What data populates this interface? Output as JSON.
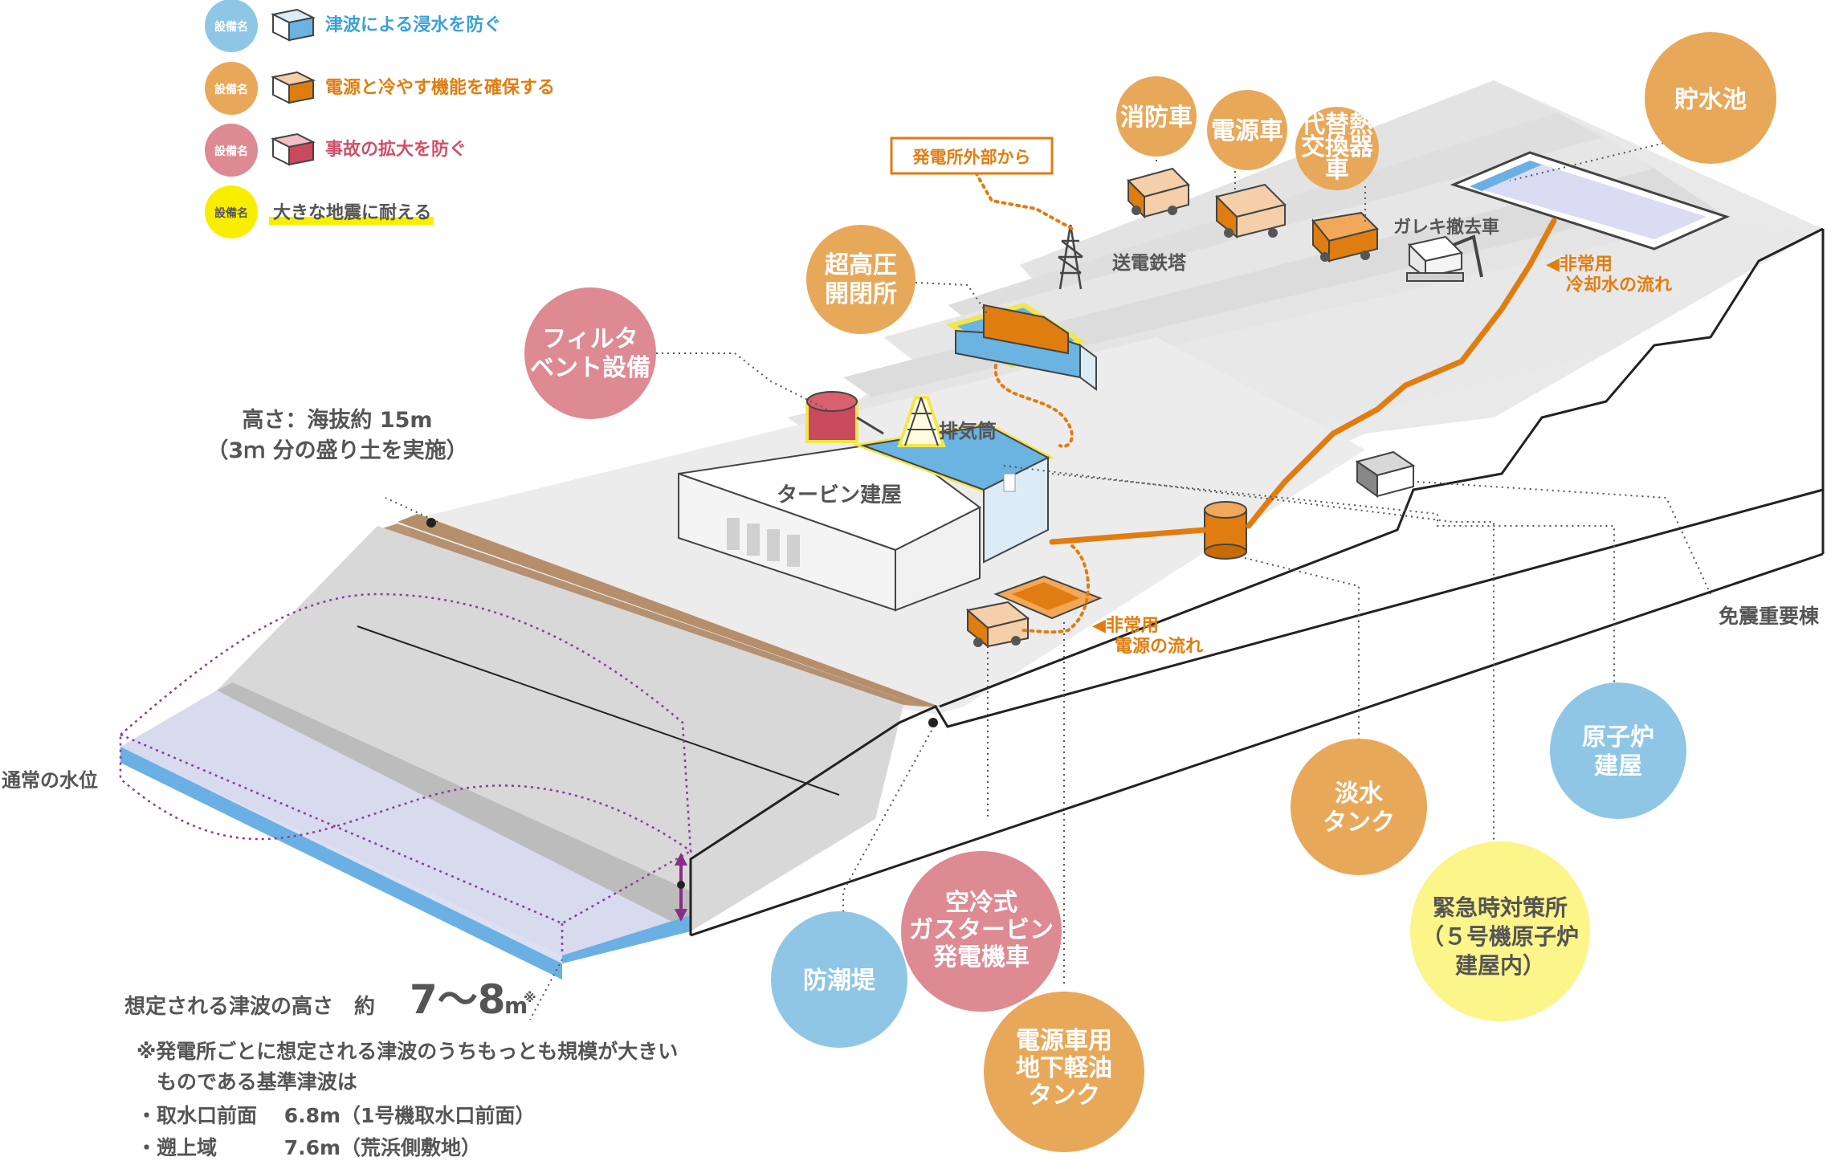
{
  "legend": [
    {
      "badge": "設備名",
      "text": "津波による浸水を防ぐ",
      "color": "#8fc6e6",
      "text_color": "#3aa0d8"
    },
    {
      "badge": "設備名",
      "text": "電源と冷やす機能を確保する",
      "color": "#e8a85a",
      "text_color": "#e07d10"
    },
    {
      "badge": "設備名",
      "text": "事故の拡大を防ぐ",
      "color": "#de8a92",
      "text_color": "#d04f6a"
    },
    {
      "badge": "設備名",
      "text": "大きな地震に耐える",
      "color": "#f7ee00",
      "text_color": "#555555"
    }
  ],
  "bubbles": {
    "filter_vent": [
      "フィルタ",
      "ベント設備"
    ],
    "switchyard": [
      "超高圧",
      "開閉所"
    ],
    "fire_truck": [
      "消防車"
    ],
    "power_truck": [
      "電源車"
    ],
    "heat_exchanger": [
      "代替熱",
      "交換器",
      "車"
    ],
    "reservoir": [
      "貯水池"
    ],
    "freshwater_tank": [
      "淡水",
      "タンク"
    ],
    "reactor_building": [
      "原子炉",
      "建屋"
    ],
    "emergency_center": [
      "緊急時対策所",
      "（５号機原子炉",
      "建屋内）"
    ],
    "seawall": [
      "防潮堤"
    ],
    "gas_turbine": [
      "空冷式",
      "ガスタービン",
      "発電機車"
    ],
    "fuel_tank": [
      "電源車用",
      "地下軽油",
      "タンク"
    ]
  },
  "labels": {
    "height": [
      "高さ：海抜約 15m",
      "（3ｍ 分の盛り土を実施）"
    ],
    "normal_water": "通常の水位",
    "tsunami_prefix": "想定される津波の高さ　約",
    "tsunami_value": "7～8",
    "tsunami_unit": "m",
    "tsunami_mark": "※",
    "notes": [
      "※発電所ごとに想定される津波のうちもっとも規模が大きい",
      "　ものである基準津波は",
      "・取水口前面　 6.8m（1号機取水口前面）",
      "・遡上域　　　 7.6m（荒浜側敷地）"
    ],
    "external_power": "発電所外部から",
    "transmission_tower": "送電鉄塔",
    "rubble_vehicle": "ガレキ撤去車",
    "cooling_flow": [
      "◀非常用",
      "冷却水の流れ"
    ],
    "power_flow": [
      "◀非常用",
      "電源の流れ"
    ],
    "turbine_building": "タービン建屋",
    "exhaust_stack": "排気筒",
    "seismic_building": "免震重要棟"
  }
}
